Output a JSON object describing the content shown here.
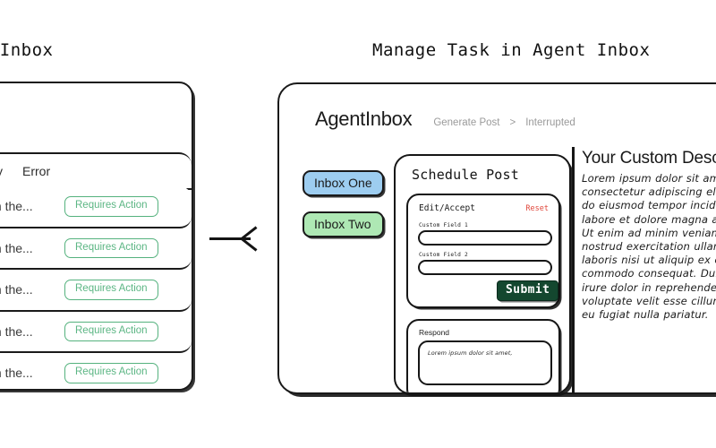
{
  "left_panel": {
    "title": "ent Inbox",
    "table": {
      "columns": [
        "y",
        "Error"
      ],
      "rows": [
        {
          "text": "st with the...",
          "badge": "Requires Action"
        },
        {
          "text": "st with the...",
          "badge": "Requires Action"
        },
        {
          "text": "st with the...",
          "badge": "Requires Action"
        },
        {
          "text": "st with the...",
          "badge": "Requires Action"
        },
        {
          "text": "st with the...",
          "badge": "Requires Action"
        }
      ]
    },
    "badge_color": "#5cb684"
  },
  "arrow": {
    "icon": "arrow-right-icon"
  },
  "right_panel": {
    "title": "Manage Task in Agent Inbox",
    "brand": "AgentInbox",
    "breadcrumb": {
      "items": [
        "Generate Post",
        "Interrupted"
      ],
      "separator": ">"
    },
    "inboxes": [
      {
        "label": "Inbox One",
        "color": "#9dcdf0"
      },
      {
        "label": "Inbox Two",
        "color": "#aee8b4"
      }
    ],
    "schedule_card": {
      "title": "Schedule Post",
      "edit_accept": {
        "label": "Edit/Accept",
        "reset_label": "Reset",
        "reset_color": "#e0473c",
        "fields": [
          {
            "label": "Custom Field 1",
            "value": "",
            "placeholder": ""
          },
          {
            "label": "Custom Field 2",
            "value": "",
            "placeholder": ""
          }
        ],
        "submit_label": "Submit",
        "submit_color": "#14472f"
      },
      "respond": {
        "label": "Respond",
        "value": "Lorem ipsum dolor sit amet,",
        "placeholder": "Lorem ipsum dolor sit amet,"
      }
    },
    "description": {
      "title": "Your Custom Descr",
      "body": "Lorem ipsum dolor sit amet, consectetur adipiscing elit, sed do eiusmod tempor incididunt ut labore et dolore magna aliqua. Ut enim ad minim veniam, quis nostrud exercitation ullamco laboris nisi ut aliquip ex ea commodo consequat. Duis aute irure dolor in reprehenderit in voluptate velit esse cillum dolore eu fugiat nulla pariatur."
    }
  }
}
